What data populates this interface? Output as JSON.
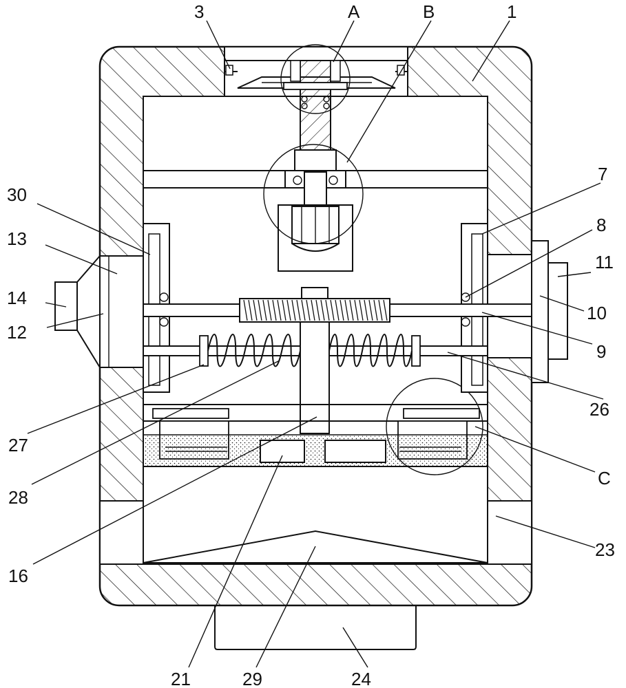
{
  "labels": {
    "l3": "3",
    "lA": "A",
    "lB": "B",
    "l1": "1",
    "l7": "7",
    "l30": "30",
    "l13": "13",
    "l8": "8",
    "l11": "11",
    "l14": "14",
    "l10": "10",
    "l12": "12",
    "l9": "9",
    "l26": "26",
    "l27": "27",
    "lC": "C",
    "l28": "28",
    "l23": "23",
    "l16": "16",
    "l21": "21",
    "l29": "29",
    "l24": "24"
  }
}
